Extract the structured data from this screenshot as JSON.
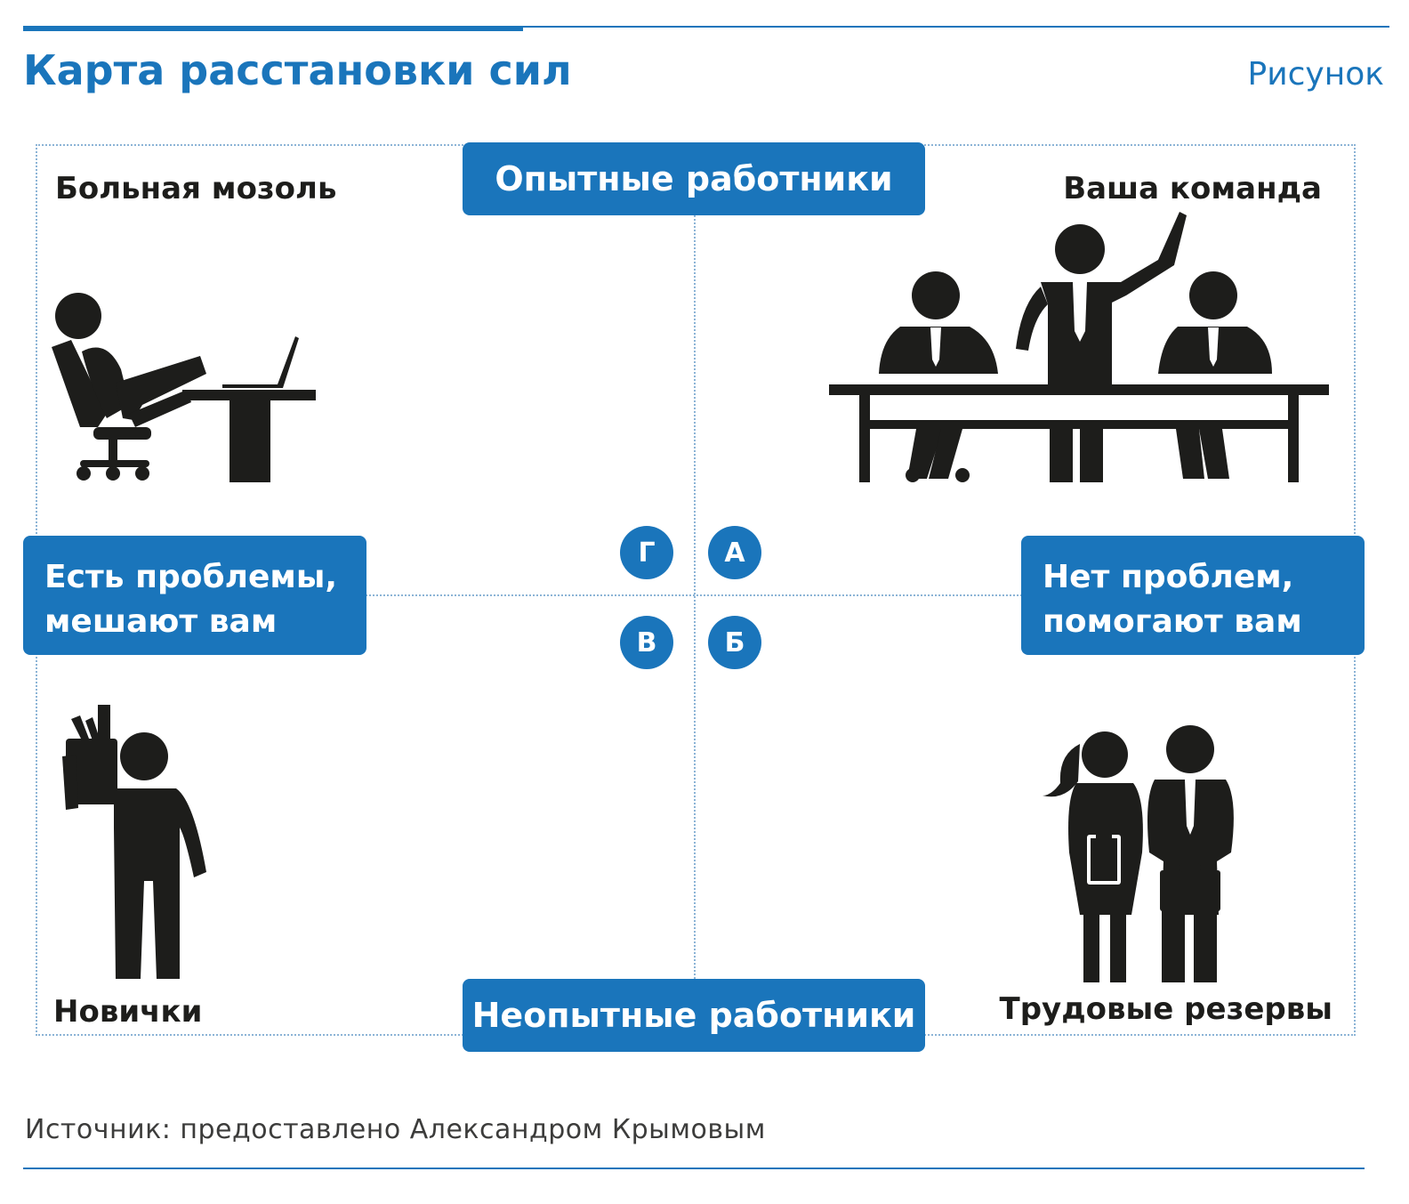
{
  "header": {
    "title": "Карта расстановки сил",
    "figure_label": "Рисунок"
  },
  "axes": {
    "top": "Опытные работники",
    "bottom": "Неопытные работники",
    "left_line1": "Есть проблемы,",
    "left_line2": "мешают вам",
    "right_line1": "Нет проблем,",
    "right_line2": "помогают вам"
  },
  "quadrants": {
    "top_left": {
      "letter": "Г",
      "label": "Больная мозоль",
      "icon": "relaxing-worker-icon"
    },
    "top_right": {
      "letter": "А",
      "label": "Ваша команда",
      "icon": "team-meeting-icon"
    },
    "bottom_left": {
      "letter": "В",
      "label": "Новички",
      "icon": "newcomer-with-box-icon"
    },
    "bottom_right": {
      "letter": "Б",
      "label": "Трудовые резервы",
      "icon": "junior-workers-icon"
    }
  },
  "footer": {
    "source": "Источник: предоставлено Александром Крымовым"
  },
  "colors": {
    "accent": "#1a75bb",
    "pictogram": "#1d1d1b",
    "grid": "#8cb4d6"
  }
}
